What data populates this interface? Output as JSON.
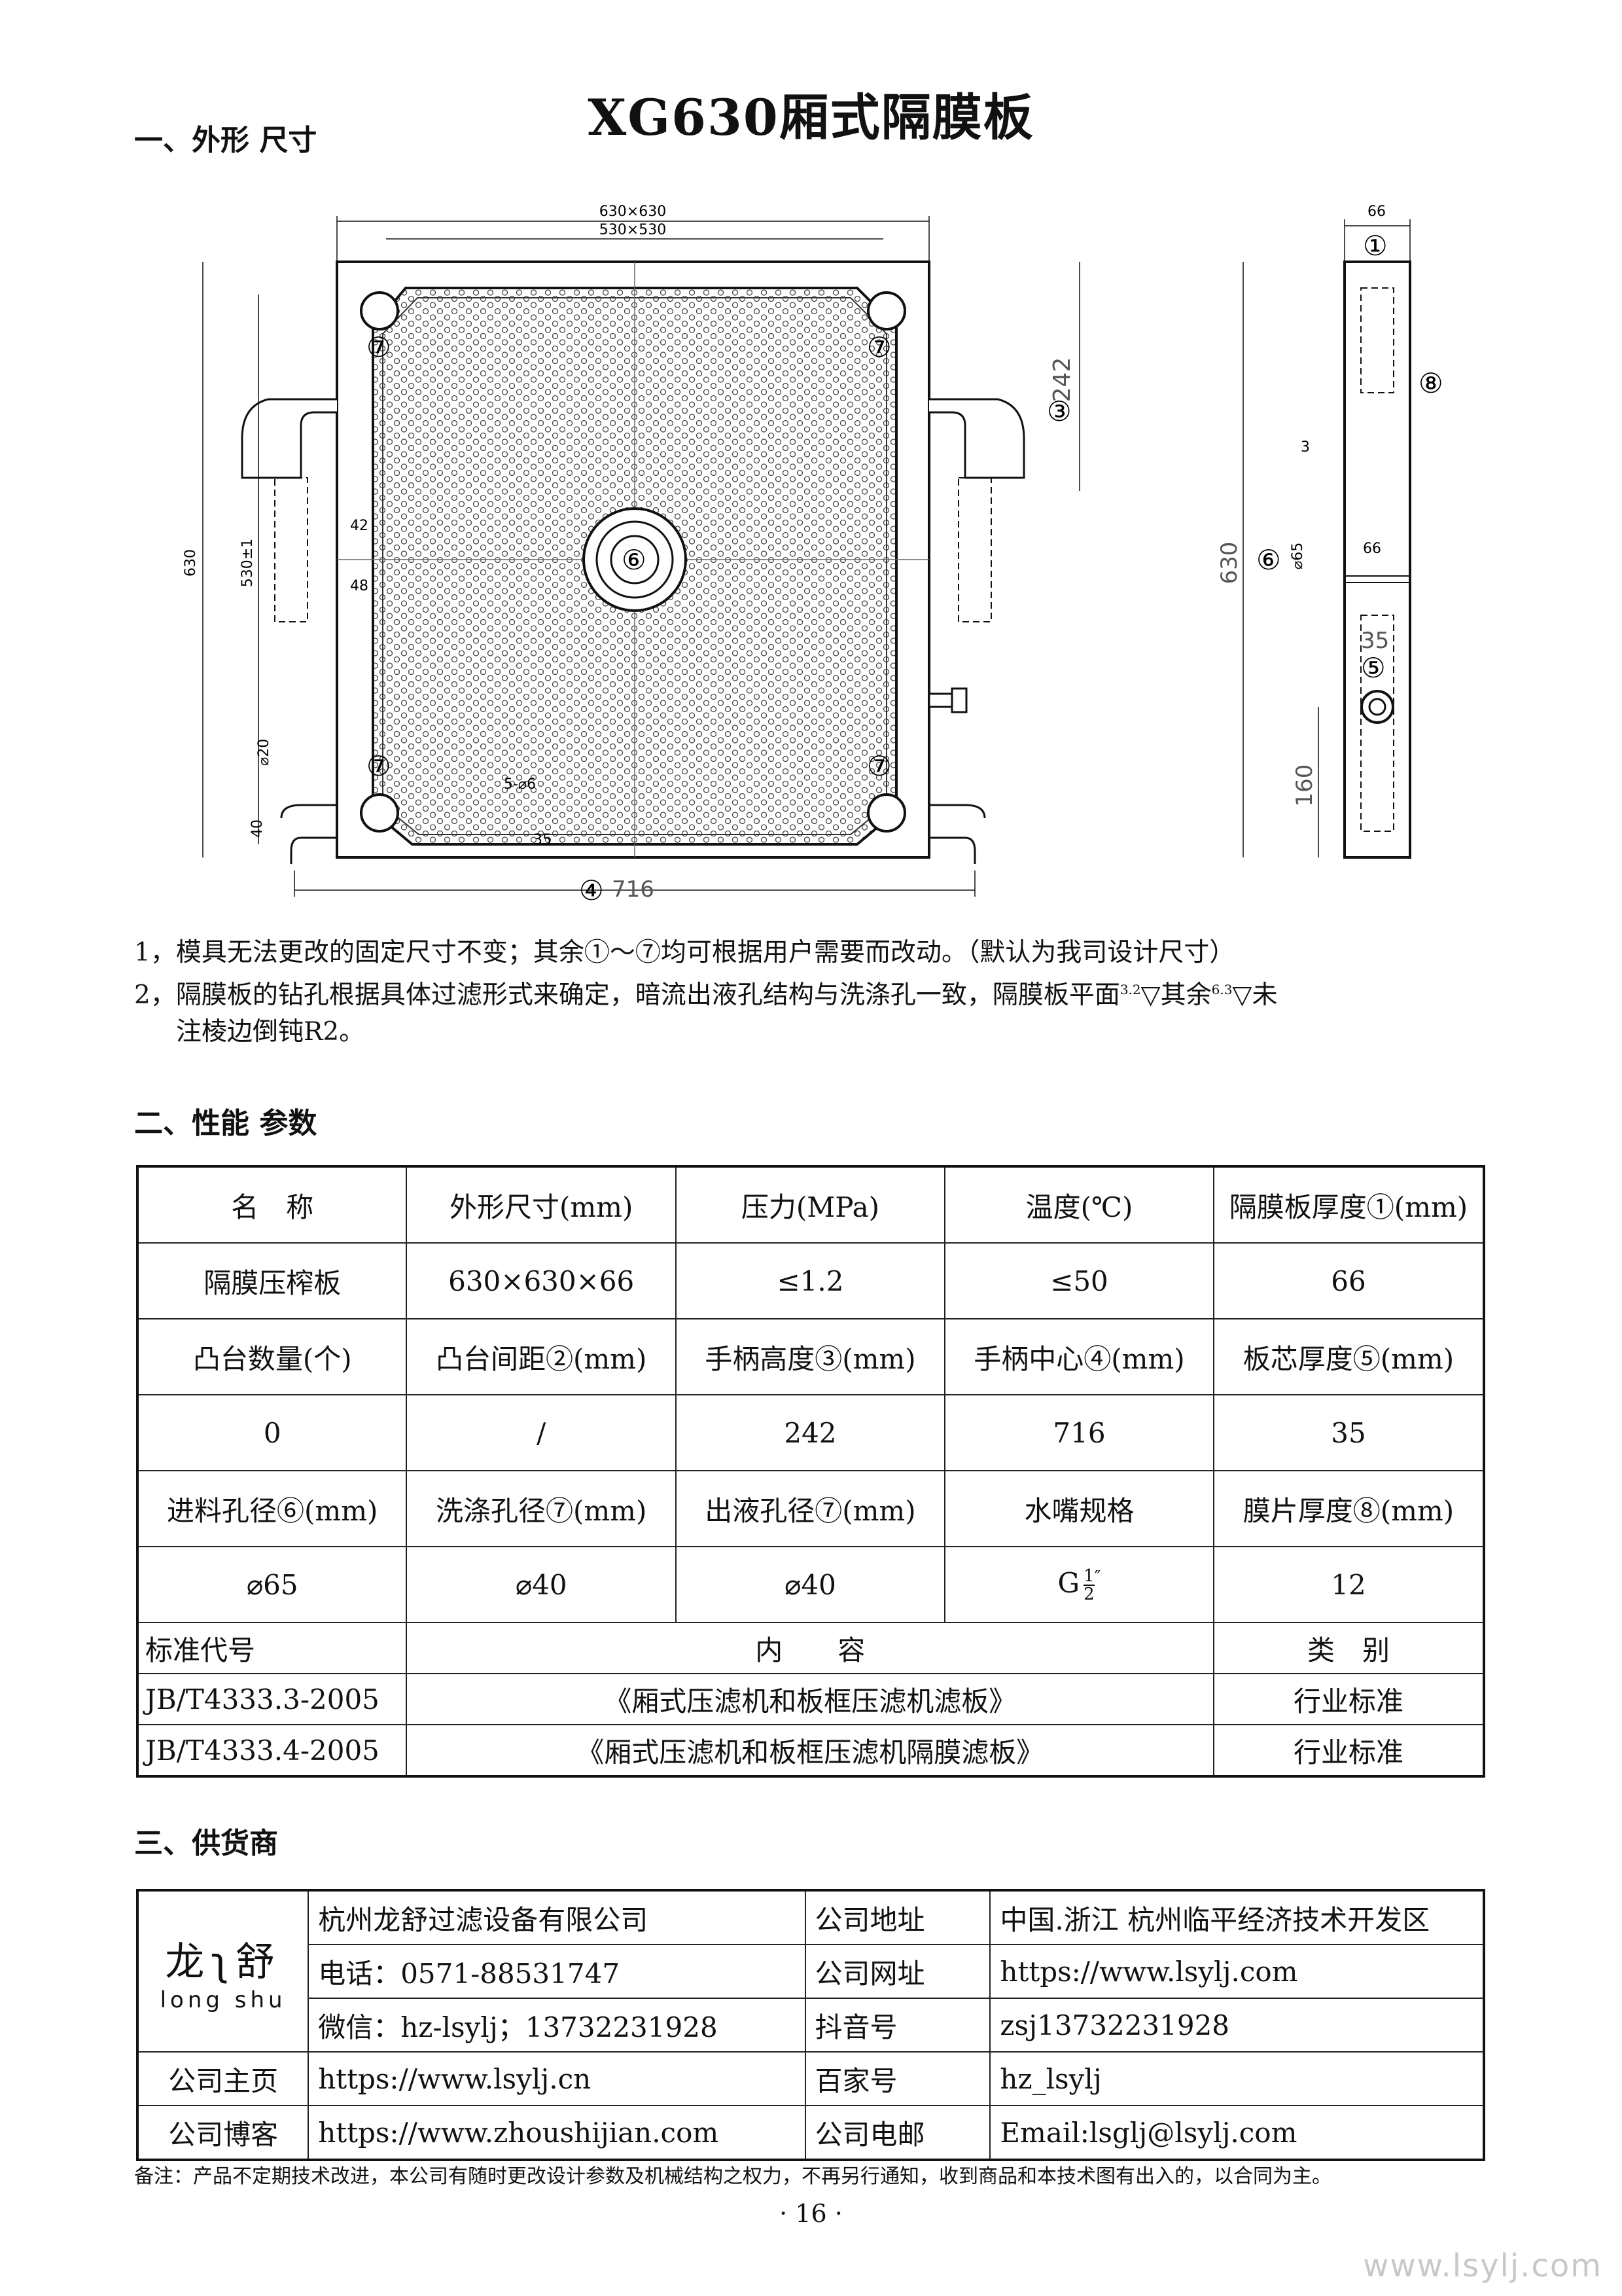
{
  "title": "XG630厢式隔膜板",
  "sections": {
    "s1": "一、外形 尺寸",
    "s2": "二、性能 参数",
    "s3": "三、供货商"
  },
  "drawing": {
    "dim_630x630": "630×630",
    "dim_530x530": "530×530",
    "dim_630": "630",
    "dim_530": "530±1",
    "dim_42": "42",
    "dim_48": "48",
    "dim_242": "242",
    "dim_716": "716",
    "dim_5holes": "5-⌀6",
    "dim_35_bottom": "35",
    "dim_40": "40",
    "dim_phi20": "⌀20",
    "dim_66_top": "66",
    "dim_3": "3",
    "dim_66_mid": "66",
    "dim_phi65": "⌀65",
    "dim_35_side": "35",
    "dim_160": "160",
    "dim_630_side": "630",
    "c1": "①",
    "c3": "③",
    "c4": "④",
    "c5": "⑤",
    "c6": "⑥",
    "c7": "⑦",
    "c8": "⑧"
  },
  "notes": {
    "n1": "1，模具无法更改的固定尺寸不变；其余①～⑦均可根据用户需要而改动。（默认为我司设计尺寸）",
    "n2": "2，隔膜板的钻孔根据具体过滤形式来确定，暗流出液孔结构与洗涤孔一致，隔膜板平面",
    "n2_ra1": "3.2",
    "n2_mid": "其余",
    "n2_ra2": "6.3",
    "n2_end": "未",
    "n3": "注棱边倒钝R2。"
  },
  "perf_table": {
    "rows": [
      [
        "名　称",
        "外形尺寸(mm)",
        "压力(MPa)",
        "温度(℃)",
        "隔膜板厚度①(mm)"
      ],
      [
        "隔膜压榨板",
        "630×630×66",
        "≤1.2",
        "≤50",
        "66"
      ],
      [
        "凸台数量(个)",
        "凸台间距②(mm)",
        "手柄高度③(mm)",
        "手柄中心④(mm)",
        "板芯厚度⑤(mm)"
      ],
      [
        "0",
        "/",
        "242",
        "716",
        "35"
      ],
      [
        "进料孔径⑥(mm)",
        "洗涤孔径⑦(mm)",
        "出液孔径⑦(mm)",
        "水嘴规格",
        "膜片厚度⑧(mm)"
      ],
      [
        "⌀65",
        "⌀40",
        "⌀40",
        "",
        "12"
      ]
    ],
    "water_G": "G",
    "water_num": "1",
    "water_den": "2",
    "water_quote": "″",
    "std_header": [
      "标准代号",
      "内　　容",
      "类　别"
    ],
    "std_rows": [
      [
        "JB/T4333.3-2005",
        "《厢式压滤机和板框压滤机滤板》",
        "行业标准"
      ],
      [
        "JB/T4333.4-2005",
        "《厢式压滤机和板框压滤机隔膜滤板》",
        "行业标准"
      ]
    ]
  },
  "supplier": {
    "logo_cn_left": "龙",
    "logo_cn_right": "舒",
    "logo_en": "long shu",
    "company": "杭州龙舒过滤设备有限公司",
    "phone": "电话：0571-88531747",
    "wechat": "微信：hz-lsylj；13732231928",
    "addr_label": "公司地址",
    "addr": "中国.浙江 杭州临平经济技术开发区",
    "web_label": "公司网址",
    "web": "https://www.lsylj.com",
    "douyin_label": "抖音号",
    "douyin": "zsj13732231928",
    "home_label": "公司主页",
    "home": "https://www.lsylj.cn",
    "baijia_label": "百家号",
    "baijia": "hz_lsylj",
    "blog_label": "公司博客",
    "blog": "https://www.zhoushijian.com",
    "mail_label": "公司电邮",
    "mail": "Email:lsglj@lsylj.com"
  },
  "footnote": "备注：产品不定期技术改进，本公司有随时更改设计参数及机械结构之权力，不再另行通知，收到商品和本技术图有出入的，以合同为主。",
  "page_number": "· 16 ·",
  "watermark": "www.lsylj.com"
}
